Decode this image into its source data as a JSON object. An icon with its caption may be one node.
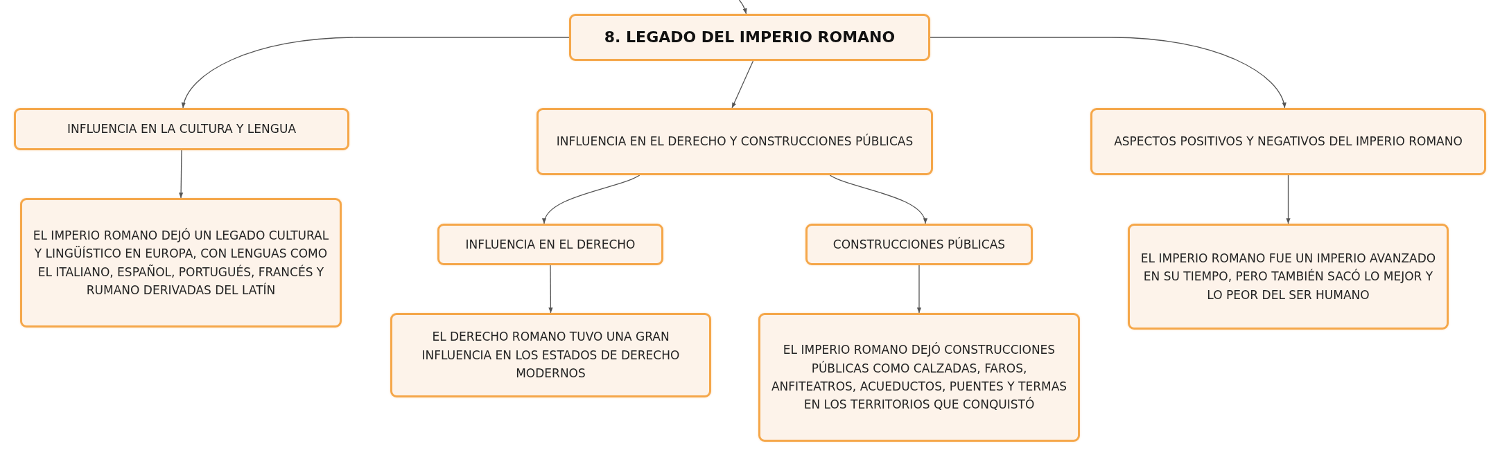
{
  "diagram": {
    "nodes": [
      {
        "text": [
          "8. LEGADO DEL IMPERIO ROMANO"
        ]
      },
      {
        "text": [
          "INFLUENCIA EN LA CULTURA Y LENGUA"
        ]
      },
      {
        "text": [
          "INFLUENCIA EN EL DERECHO Y CONSTRUCCIONES PÚBLICAS"
        ]
      },
      {
        "text": [
          "ASPECTOS POSITIVOS Y NEGATIVOS DEL IMPERIO ROMANO"
        ]
      },
      {
        "text": [
          "EL IMPERIO ROMANO DEJÓ UN LEGADO CULTURAL Y LINGÜÍSTICO EN EUROPA, CON LENGUAS COMO EL ITALIANO, ESPAÑOL, PORTUGUÉS, FRANCÉS Y RUMANO DERIVADAS DEL LATÍN"
        ]
      },
      {
        "text": [
          "INFLUENCIA EN EL DERECHO"
        ]
      },
      {
        "text": [
          "EL DERECHO ROMANO TUVO UNA GRAN INFLUENCIA EN LOS ESTADOS DE DERECHO MODERNOS"
        ]
      },
      {
        "text": [
          "CONSTRUCCIONES PÚBLICAS"
        ]
      },
      {
        "text": [
          "EL IMPERIO ROMANO DEJÓ CONSTRUCCIONES PÚBLICAS COMO CALZADAS, FAROS, ANFITEATROS, ACUEDUCTOS, PUENTES Y TERMAS EN LOS TERRITORIOS QUE CONQUISTÓ"
        ]
      },
      {
        "text": [
          "EL IMPERIO ROMANO FUE UN IMPERIO AVANZADO EN SU TIEMPO, PERO TAMBIÉN SACÓ LO MEJOR Y LO PEOR DEL SER HUMANO"
        ]
      }
    ],
    "edges": [
      {
        "from": null,
        "to": 0,
        "arrow": "to"
      },
      {
        "from": 0,
        "to": 1,
        "arrow": "to"
      },
      {
        "from": 0,
        "to": 2,
        "arrow": "to"
      },
      {
        "from": 0,
        "to": 3,
        "arrow": "to"
      },
      {
        "from": 1,
        "to": 4,
        "arrow": "to"
      },
      {
        "from": 2,
        "to": 5,
        "arrow": "to"
      },
      {
        "from": 2,
        "to": 7,
        "arrow": "to"
      },
      {
        "from": 5,
        "to": 6,
        "arrow": "to"
      },
      {
        "from": 7,
        "to": 8,
        "arrow": "to"
      },
      {
        "from": 3,
        "to": 9,
        "arrow": "to"
      }
    ]
  }
}
